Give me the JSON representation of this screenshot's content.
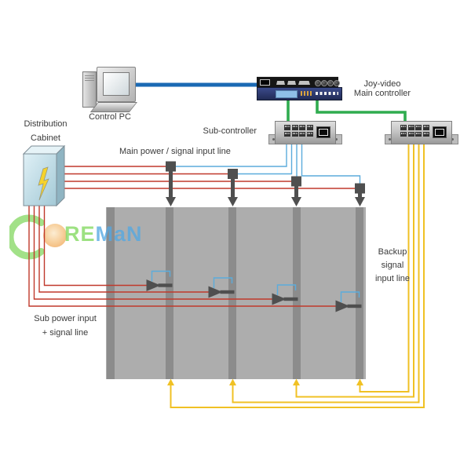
{
  "diagram": {
    "devices": {
      "control_pc": {
        "label": "Control PC"
      },
      "main_controller": {
        "label_line1": "Joy-video",
        "label_line2": "Main controller"
      },
      "sub_controller": {
        "label": "Sub-controller"
      },
      "distribution_cabinet": {
        "label_line1": "Distribution",
        "label_line2": "Cabinet"
      }
    },
    "lines": {
      "main_power": {
        "label": "Main power / signal input line"
      },
      "sub_power": {
        "label_line1": "Sub power input",
        "label_line2": "+ signal line"
      },
      "backup_signal": {
        "label_line1": "Backup",
        "label_line2": "signal",
        "label_line3": "input line"
      }
    },
    "watermark": {
      "text_green": "RE",
      "text_blue": "MaN"
    },
    "colors": {
      "red": "#c0392b",
      "signal_blue": "#5bacdc",
      "backup_yellow": "#f0c124",
      "green": "#2fac4f",
      "cable_blue": "#1b6ab4",
      "dark": "#4f4f4f",
      "panel": "#adadad",
      "panel_strip": "#8c8c8c"
    }
  }
}
